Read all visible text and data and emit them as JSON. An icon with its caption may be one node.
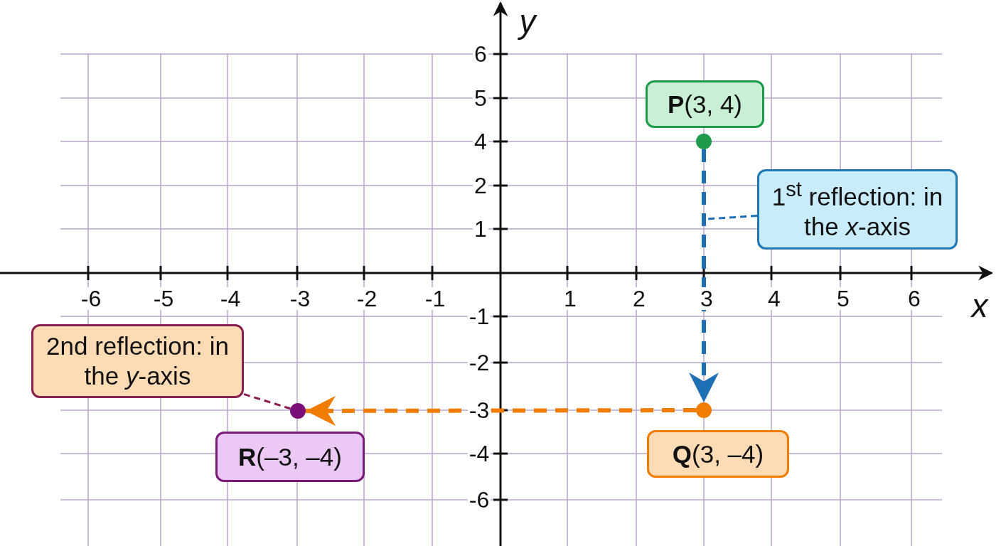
{
  "diagram": {
    "nodes": [
      {
        "text": [
          "**P**(3, 4)"
        ]
      },
      {
        "text": [],
        "shape": "circle"
      },
      {
        "text": [
          "1$^{st}$ reflection: in the *x*-axis"
        ]
      },
      {
        "text": [
          "2nd reflection: in the *y*-axis"
        ]
      },
      {
        "text": [],
        "shape": "circle"
      },
      {
        "text": [
          "**R**(–3, –4)"
        ]
      },
      {
        "text": [],
        "shape": "circle"
      },
      {
        "text": [
          "**Q**(3, –4)"
        ]
      }
    ],
    "edges": [
      {
        "from": 1,
        "to": 6,
        "arrow": "to",
        "style": "dashed",
        "color": "#1f6fb5"
      },
      {
        "from": 6,
        "to": 4,
        "arrow": "to",
        "style": "dashed",
        "color": "#f07c00"
      },
      {
        "from": 2,
        "to": null,
        "arrow": "none",
        "style": "dashed",
        "color": "#1f6fb5"
      },
      {
        "from": 3,
        "to": 4,
        "arrow": "none",
        "style": "dashed",
        "color": "#8a2050"
      }
    ],
    "labels": [
      "y",
      "6",
      "5",
      "4",
      "2",
      "1",
      "-6",
      "-5",
      "-4",
      "-3",
      "-2",
      "-1",
      "1",
      "2",
      "3",
      "4",
      "5",
      "6",
      "x",
      "-1",
      "-2",
      "-3",
      "-4",
      "-6"
    ]
  }
}
